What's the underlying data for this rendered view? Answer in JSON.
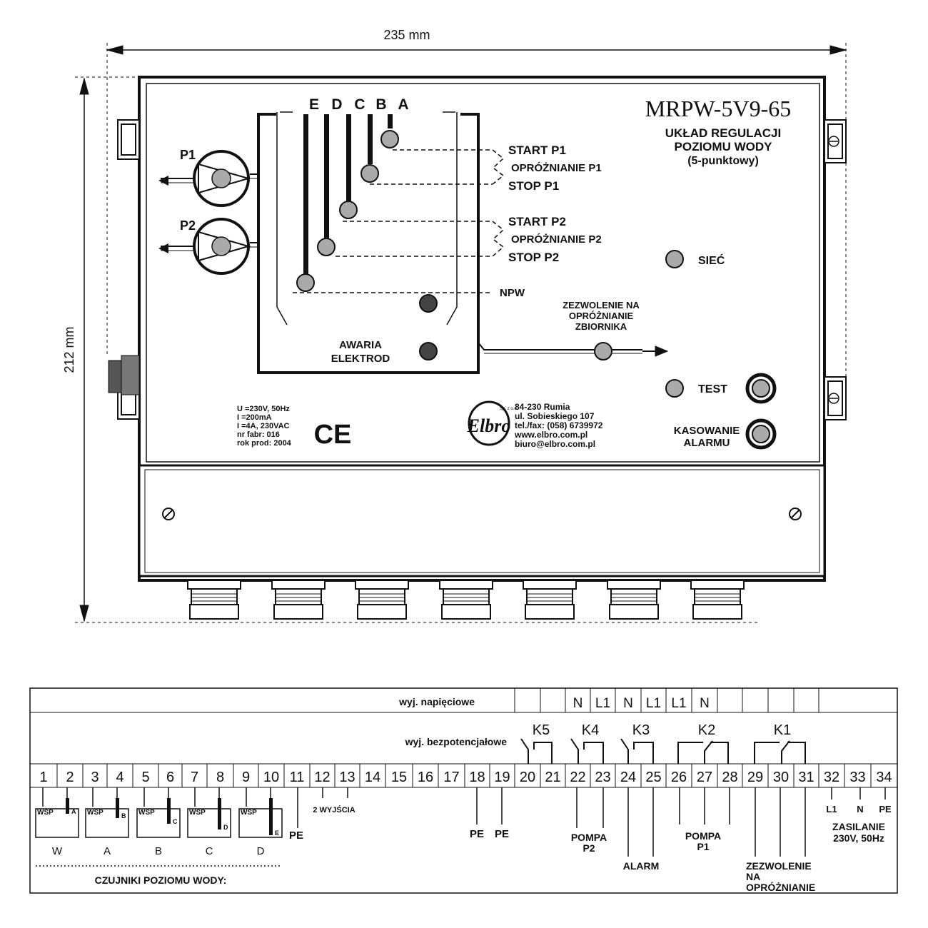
{
  "dimensions": {
    "width_label": "235 mm",
    "height_label": "212 mm"
  },
  "panel": {
    "model": "MRPW-5V9-65",
    "subtitle": [
      "UKŁAD REGULACJI",
      "POZIOMU WODY",
      "(5-punktowy)"
    ],
    "electrodes": [
      "E",
      "D",
      "C",
      "B",
      "A"
    ],
    "pumps": [
      "P1",
      "P2"
    ],
    "levels": {
      "start_p1": "START P1",
      "empty_p1": "OPRÓŻNIANIE P1",
      "stop_p1": "STOP P1",
      "start_p2": "START P2",
      "empty_p2": "OPRÓŻNIANIE P2",
      "stop_p2": "STOP P2",
      "npw": "NPW"
    },
    "awaria": [
      "AWARIA",
      "ELEKTROD"
    ],
    "zezwolenie": [
      "ZEZWOLENIE NA",
      "OPRÓŻNIANIE",
      "ZBIORNIKA"
    ],
    "siec": "SIEĆ",
    "test": "TEST",
    "kasowanie": [
      "KASOWANIE",
      "ALARMU"
    ],
    "specs": [
      "U =230V, 50Hz",
      "I =200mA",
      "I =4A, 230VAC",
      "nr fabr: 016",
      "rok prod: 2004"
    ],
    "ce": "CE",
    "address": [
      "84-230 Rumia",
      "ul. Sobieskiego 107",
      "tel./fax: (058) 6739972",
      "www.elbro.com.pl",
      "biuro@elbro.com.pl"
    ],
    "logo_text": "Elbro",
    "logo_small": "Sp. z o.o."
  },
  "terminals": {
    "row_voltage_label": "wyj. napięciowe",
    "row_free_label": "wyj. bezpotencjałowe",
    "numbers": [
      "1",
      "2",
      "3",
      "4",
      "5",
      "6",
      "7",
      "8",
      "9",
      "10",
      "11",
      "12",
      "13",
      "14",
      "15",
      "16",
      "17",
      "18",
      "19",
      "20",
      "21",
      "22",
      "23",
      "24",
      "25",
      "26",
      "27",
      "28",
      "29",
      "30",
      "31",
      "32",
      "33",
      "34"
    ],
    "voltage_cells": [
      "N",
      "L1",
      "N",
      "L1",
      "L1",
      "N"
    ],
    "relays": [
      "K5",
      "K4",
      "K3",
      "K2",
      "K1"
    ],
    "sensor_tag": "WSP",
    "sensor_letters_top": [
      "A",
      "B",
      "C",
      "D",
      "E"
    ],
    "sensor_groups": [
      "W",
      "A",
      "B",
      "C",
      "D"
    ],
    "sensors_caption": "CZUJNIKI POZIOMU WODY:",
    "pe": "PE",
    "two_outputs": "2 WYJŚCIA",
    "pompa_p2": [
      "POMPA",
      "P2"
    ],
    "alarm": "ALARM",
    "pompa_p1": [
      "POMPA",
      "P1"
    ],
    "zezwolenie": [
      "ZEZWOLENIE",
      "NA",
      "OPRÓŻNIANIE"
    ],
    "supply_labels": [
      "L1",
      "N",
      "PE"
    ],
    "zasilanie": [
      "ZASILANIE",
      "230V, 50Hz"
    ]
  }
}
